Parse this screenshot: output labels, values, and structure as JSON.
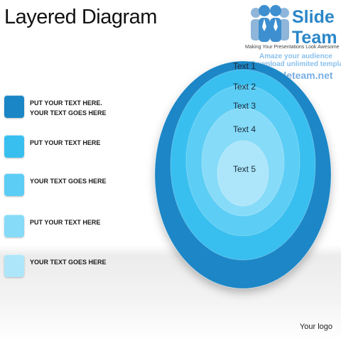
{
  "title": "Layered Diagram",
  "brand": {
    "line1": "Slide",
    "line2": "Team",
    "tagline": "Making Your Presentations Look Awesome",
    "watermark1": "Amaze your audience",
    "watermark2": "Download unlimited templates",
    "watermark3": "www.slideteam.net",
    "color": "#2a86c8"
  },
  "legend": [
    {
      "text": "PUT YOUR TEXT HERE. YOUR TEXT GOES HERE",
      "color": "#1a86c6"
    },
    {
      "text": "PUT YOUR TEXT HERE",
      "color": "#38bff0"
    },
    {
      "text": "YOUR TEXT GOES HERE",
      "color": "#5ccdf4"
    },
    {
      "text": "PUT YOUR TEXT HERE",
      "color": "#86dbf8"
    },
    {
      "text": "YOUR TEXT GOES HERE",
      "color": "#ade6fa"
    }
  ],
  "rings": [
    {
      "label": "Text 1",
      "color": "#1a86c6"
    },
    {
      "label": "Text 2",
      "color": "#38bff0"
    },
    {
      "label": "Text 3",
      "color": "#5ccdf4"
    },
    {
      "label": "Text 4",
      "color": "#86dbf8"
    },
    {
      "label": "Text 5",
      "color": "#ade6fa"
    }
  ],
  "footer": {
    "logo_text": "Your logo"
  }
}
